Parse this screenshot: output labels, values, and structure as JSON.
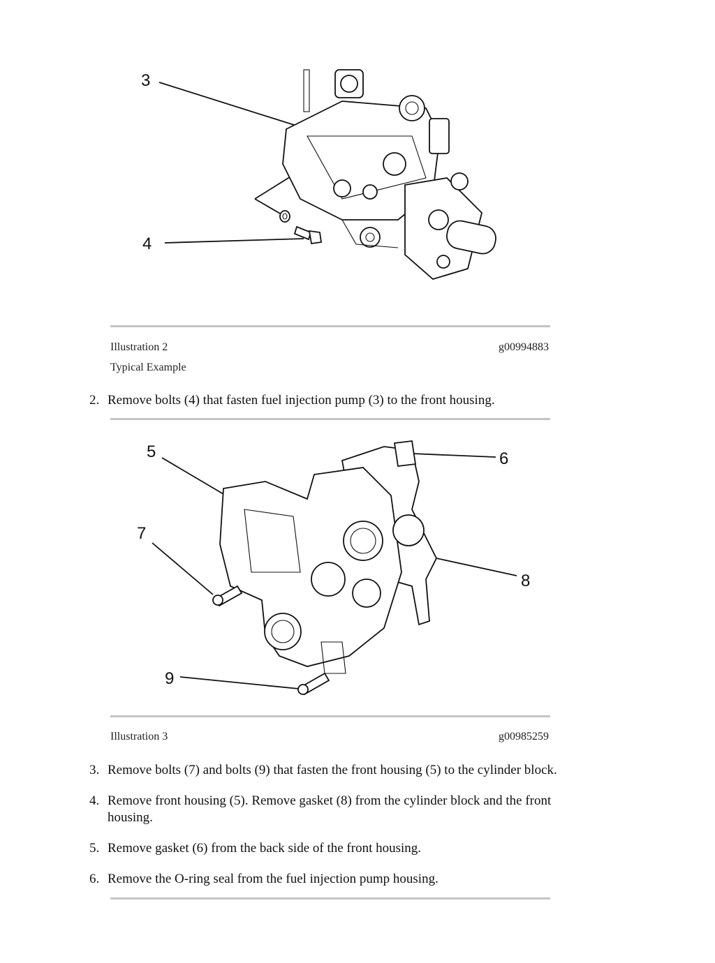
{
  "illustration2": {
    "callouts": [
      "3",
      "4"
    ],
    "label": "Illustration 2",
    "code": "g00994883",
    "subtitle": "Typical Example"
  },
  "step2": {
    "num": "2.",
    "text": "Remove bolts (4) that fasten fuel injection pump (3) to the front housing."
  },
  "illustration3": {
    "callouts": [
      "5",
      "6",
      "7",
      "8",
      "9"
    ],
    "label": "Illustration 3",
    "code": "g00985259"
  },
  "steps": [
    {
      "num": "3.",
      "text": "Remove bolts (7) and bolts (9) that fasten the front housing (5) to the cylinder block."
    },
    {
      "num": "4.",
      "text": "Remove front housing (5). Remove gasket (8) from the cylinder block and the front housing."
    },
    {
      "num": "5.",
      "text": "Remove gasket (6) from the back side of the front housing."
    },
    {
      "num": "6.",
      "text": "Remove the O-ring seal from the fuel injection pump housing."
    }
  ]
}
